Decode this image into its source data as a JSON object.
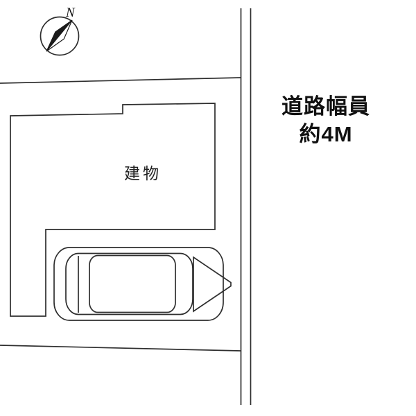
{
  "labels": {
    "north": "N",
    "building": "建物",
    "road_width_line1": "道路幅員",
    "road_width_line2": "約4M"
  },
  "icons": {
    "compass": "compass-north-arrow",
    "car": "car-top-view"
  },
  "colors": {
    "background": "#ffffff",
    "line": "#2e2e2e",
    "hatch": "#a9b2bf",
    "text": "#111111"
  }
}
